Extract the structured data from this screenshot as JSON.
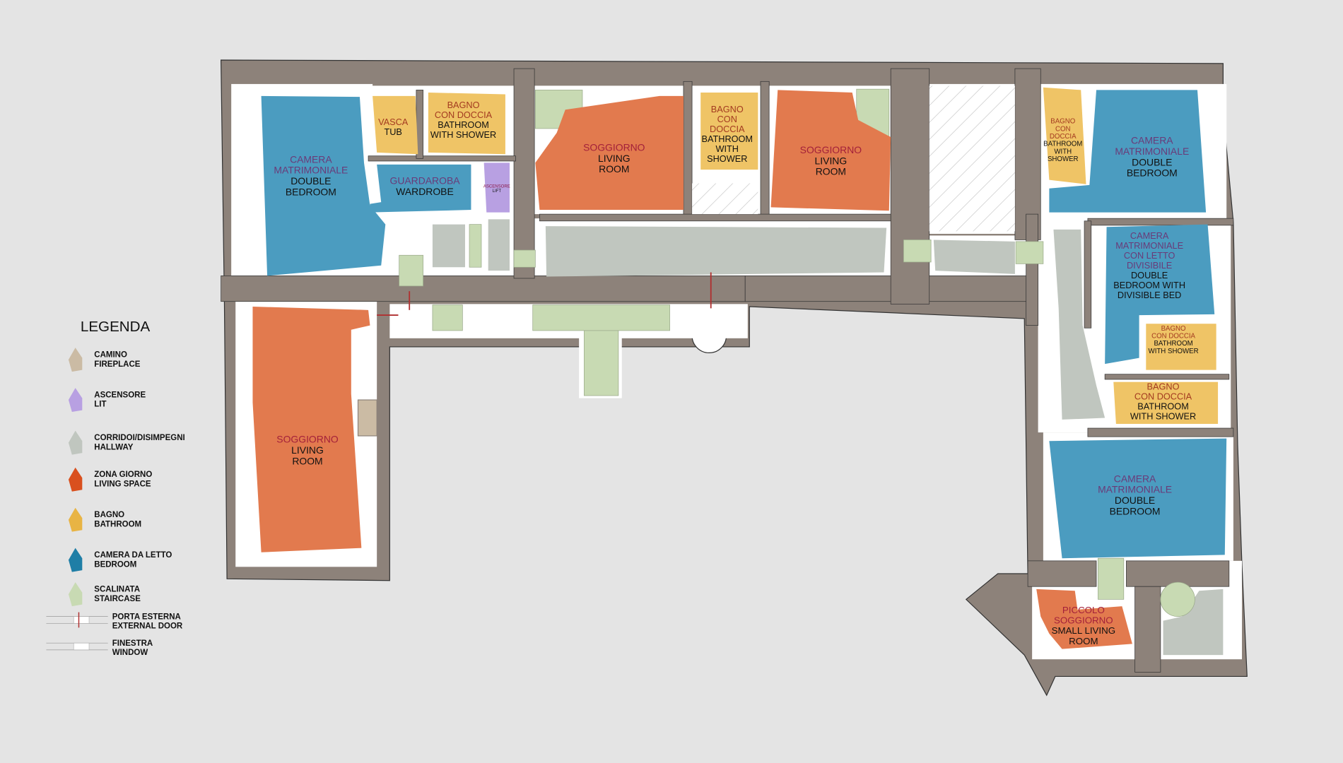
{
  "colors": {
    "background": "#e4e4e4",
    "wall": "#8d827a",
    "interior": "#ffffff",
    "bedroom": "#4b9cc0",
    "living": "#e27a4e",
    "bathroom": "#efc466",
    "hallway": "#c0c6bf",
    "staircase": "#c8dab3",
    "lift": "#b8a0e2",
    "fireplace": "#cbbba4",
    "door": "#b03030"
  },
  "rooms": [
    {
      "id": "bedroom-nw",
      "type": "bedroom",
      "it": [
        "CAMERA",
        "MATRIMONIALE"
      ],
      "en": [
        "DOUBLE",
        "BEDROOM"
      ]
    },
    {
      "id": "tub",
      "type": "bathroom",
      "it": [
        "VASCA"
      ],
      "en": [
        "TUB"
      ]
    },
    {
      "id": "bath-n1",
      "type": "bathroom",
      "it": [
        "BAGNO",
        "CON DOCCIA"
      ],
      "en": [
        "BATHROOM",
        "WITH SHOWER"
      ]
    },
    {
      "id": "wardrobe",
      "type": "bedroom",
      "it": [
        "GUARDAROBA"
      ],
      "en": [
        "WARDROBE"
      ]
    },
    {
      "id": "lift",
      "type": "lift",
      "it": [
        "ASCENSORE"
      ],
      "en": [
        "LIFT"
      ]
    },
    {
      "id": "living-n1",
      "type": "living",
      "it": [
        "SOGGIORNO"
      ],
      "en": [
        "LIVING",
        "ROOM"
      ]
    },
    {
      "id": "bath-n2",
      "type": "bathroom",
      "it": [
        "BAGNO",
        "CON",
        "DOCCIA"
      ],
      "en": [
        "BATHROOM",
        "WITH",
        "SHOWER"
      ]
    },
    {
      "id": "living-n2",
      "type": "living",
      "it": [
        "SOGGIORNO"
      ],
      "en": [
        "LIVING",
        "ROOM"
      ]
    },
    {
      "id": "bath-e1",
      "type": "bathroom",
      "it": [
        "BAGNO",
        "CON",
        "DOCCIA"
      ],
      "en": [
        "BATHROOM",
        "WITH",
        "SHOWER"
      ]
    },
    {
      "id": "bedroom-ne",
      "type": "bedroom",
      "it": [
        "CAMERA",
        "MATRIMONIALE"
      ],
      "en": [
        "DOUBLE",
        "BEDROOM"
      ]
    },
    {
      "id": "bedroom-divisible",
      "type": "bedroom",
      "it": [
        "CAMERA",
        "MATRIMONIALE",
        "CON LETTO",
        "DIVISIBILE"
      ],
      "en": [
        "DOUBLE",
        "BEDROOM WITH",
        "DIVISIBLE BED"
      ]
    },
    {
      "id": "bath-e2",
      "type": "bathroom",
      "it": [
        "BAGNO",
        "CON DOCCIA"
      ],
      "en": [
        "BATHROOM",
        "WITH SHOWER"
      ]
    },
    {
      "id": "bath-e3",
      "type": "bathroom",
      "it": [
        "BAGNO",
        "CON DOCCIA"
      ],
      "en": [
        "BATHROOM",
        "WITH SHOWER"
      ]
    },
    {
      "id": "bedroom-se",
      "type": "bedroom",
      "it": [
        "CAMERA",
        "MATRIMONIALE"
      ],
      "en": [
        "DOUBLE",
        "BEDROOM"
      ]
    },
    {
      "id": "small-living",
      "type": "living",
      "it": [
        "PICCOLO",
        "SOGGIORNO"
      ],
      "en": [
        "SMALL LIVING",
        "ROOM"
      ]
    },
    {
      "id": "living-w",
      "type": "living",
      "it": [
        "SOGGIORNO"
      ],
      "en": [
        "LIVING",
        "ROOM"
      ]
    }
  ],
  "legend": {
    "title": "LEGENDA",
    "items": [
      {
        "type": "fireplace",
        "it": "CAMINO",
        "en": "FIREPLACE"
      },
      {
        "type": "lift",
        "it": "ASCENSORE",
        "en": "LIT"
      },
      {
        "type": "hallway",
        "it": "CORRIDOI/DISIMPEGNI",
        "en": "HALLWAY"
      },
      {
        "type": "living",
        "it": "ZONA GIORNO",
        "en": "LIVING SPACE",
        "swatch": "#d9501e"
      },
      {
        "type": "bathroom",
        "it": "BAGNO",
        "en": "BATHROOM",
        "swatch": "#e8b444"
      },
      {
        "type": "bedroom",
        "it": "CAMERA DA LETTO",
        "en": "BEDROOM",
        "swatch": "#1f7ea6"
      },
      {
        "type": "staircase",
        "it": "SCALINATA",
        "en": "STAIRCASE"
      },
      {
        "type": "door",
        "it": "PORTA ESTERNA",
        "en": "EXTERNAL DOOR"
      },
      {
        "type": "window",
        "it": "FINESTRA",
        "en": "WINDOW"
      }
    ]
  }
}
